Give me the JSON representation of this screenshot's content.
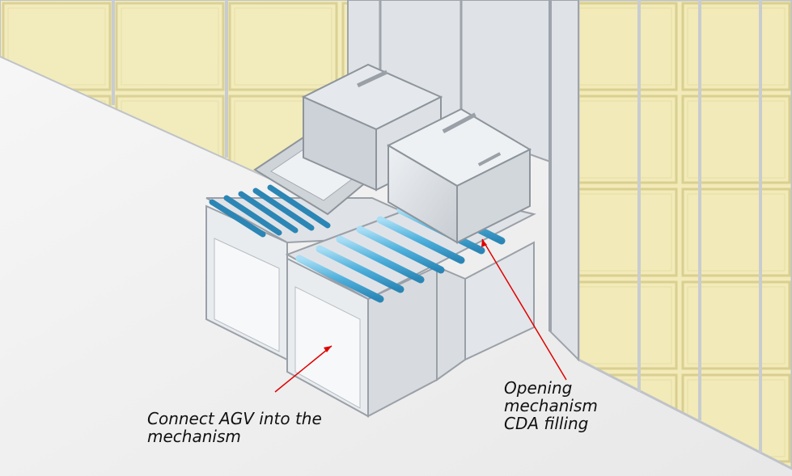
{
  "callouts": {
    "agv": {
      "line1": "Connect AGV into the",
      "line2": "mechanism"
    },
    "opening": {
      "line1": "Opening",
      "line2": "mechanism",
      "line3": "CDA filling"
    }
  },
  "colors": {
    "glass_panel": "#f2eab5",
    "frame": "#c9cdd3",
    "roller": "#5bb8e0",
    "leader_line": "#e00000"
  }
}
